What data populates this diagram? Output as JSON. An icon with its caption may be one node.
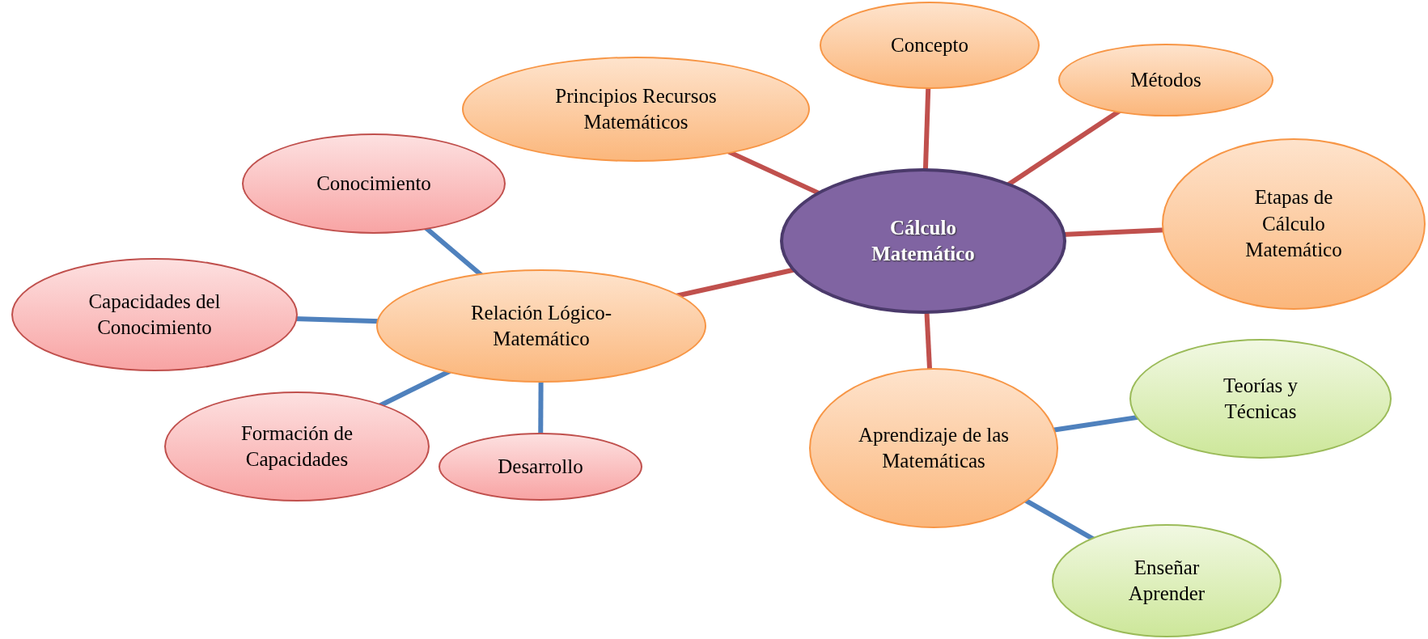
{
  "diagram": {
    "nodes": [
      {
        "text": [
          "Cálculo Matemático"
        ]
      },
      {
        "text": [
          "Principios Recursos Matemáticos"
        ]
      },
      {
        "text": [
          "Concepto"
        ]
      },
      {
        "text": [
          "Métodos"
        ]
      },
      {
        "text": [
          "Etapas de Cálculo Matemático"
        ]
      },
      {
        "text": [
          "Relación Lógico-Matemático"
        ]
      },
      {
        "text": [
          "Conocimiento"
        ]
      },
      {
        "text": [
          "Capacidades del Conocimiento"
        ]
      },
      {
        "text": [
          "Formación de Capacidades"
        ]
      },
      {
        "text": [
          "Desarrollo"
        ]
      },
      {
        "text": [
          "Aprendizaje de las Matemáticas"
        ]
      },
      {
        "text": [
          "Teorías y Técnicas"
        ]
      },
      {
        "text": [
          "Enseñar Aprender"
        ]
      }
    ],
    "edges": [
      {
        "from": 0,
        "to": 1,
        "arrow": "none"
      },
      {
        "from": 0,
        "to": 2,
        "arrow": "none"
      },
      {
        "from": 0,
        "to": 3,
        "arrow": "none"
      },
      {
        "from": 0,
        "to": 4,
        "arrow": "none"
      },
      {
        "from": 0,
        "to": 5,
        "arrow": "none"
      },
      {
        "from": 0,
        "to": 10,
        "arrow": "none"
      },
      {
        "from": 5,
        "to": 6,
        "arrow": "none",
        "color": "#4f81bd"
      },
      {
        "from": 5,
        "to": 7,
        "arrow": "none",
        "color": "#4f81bd"
      },
      {
        "from": 5,
        "to": 8,
        "arrow": "none",
        "color": "#4f81bd"
      },
      {
        "from": 5,
        "to": 9,
        "arrow": "none",
        "color": "#4f81bd"
      },
      {
        "from": 10,
        "to": 11,
        "arrow": "none",
        "color": "#4f81bd"
      },
      {
        "from": 10,
        "to": 12,
        "arrow": "none",
        "color": "#4f81bd"
      }
    ]
  }
}
